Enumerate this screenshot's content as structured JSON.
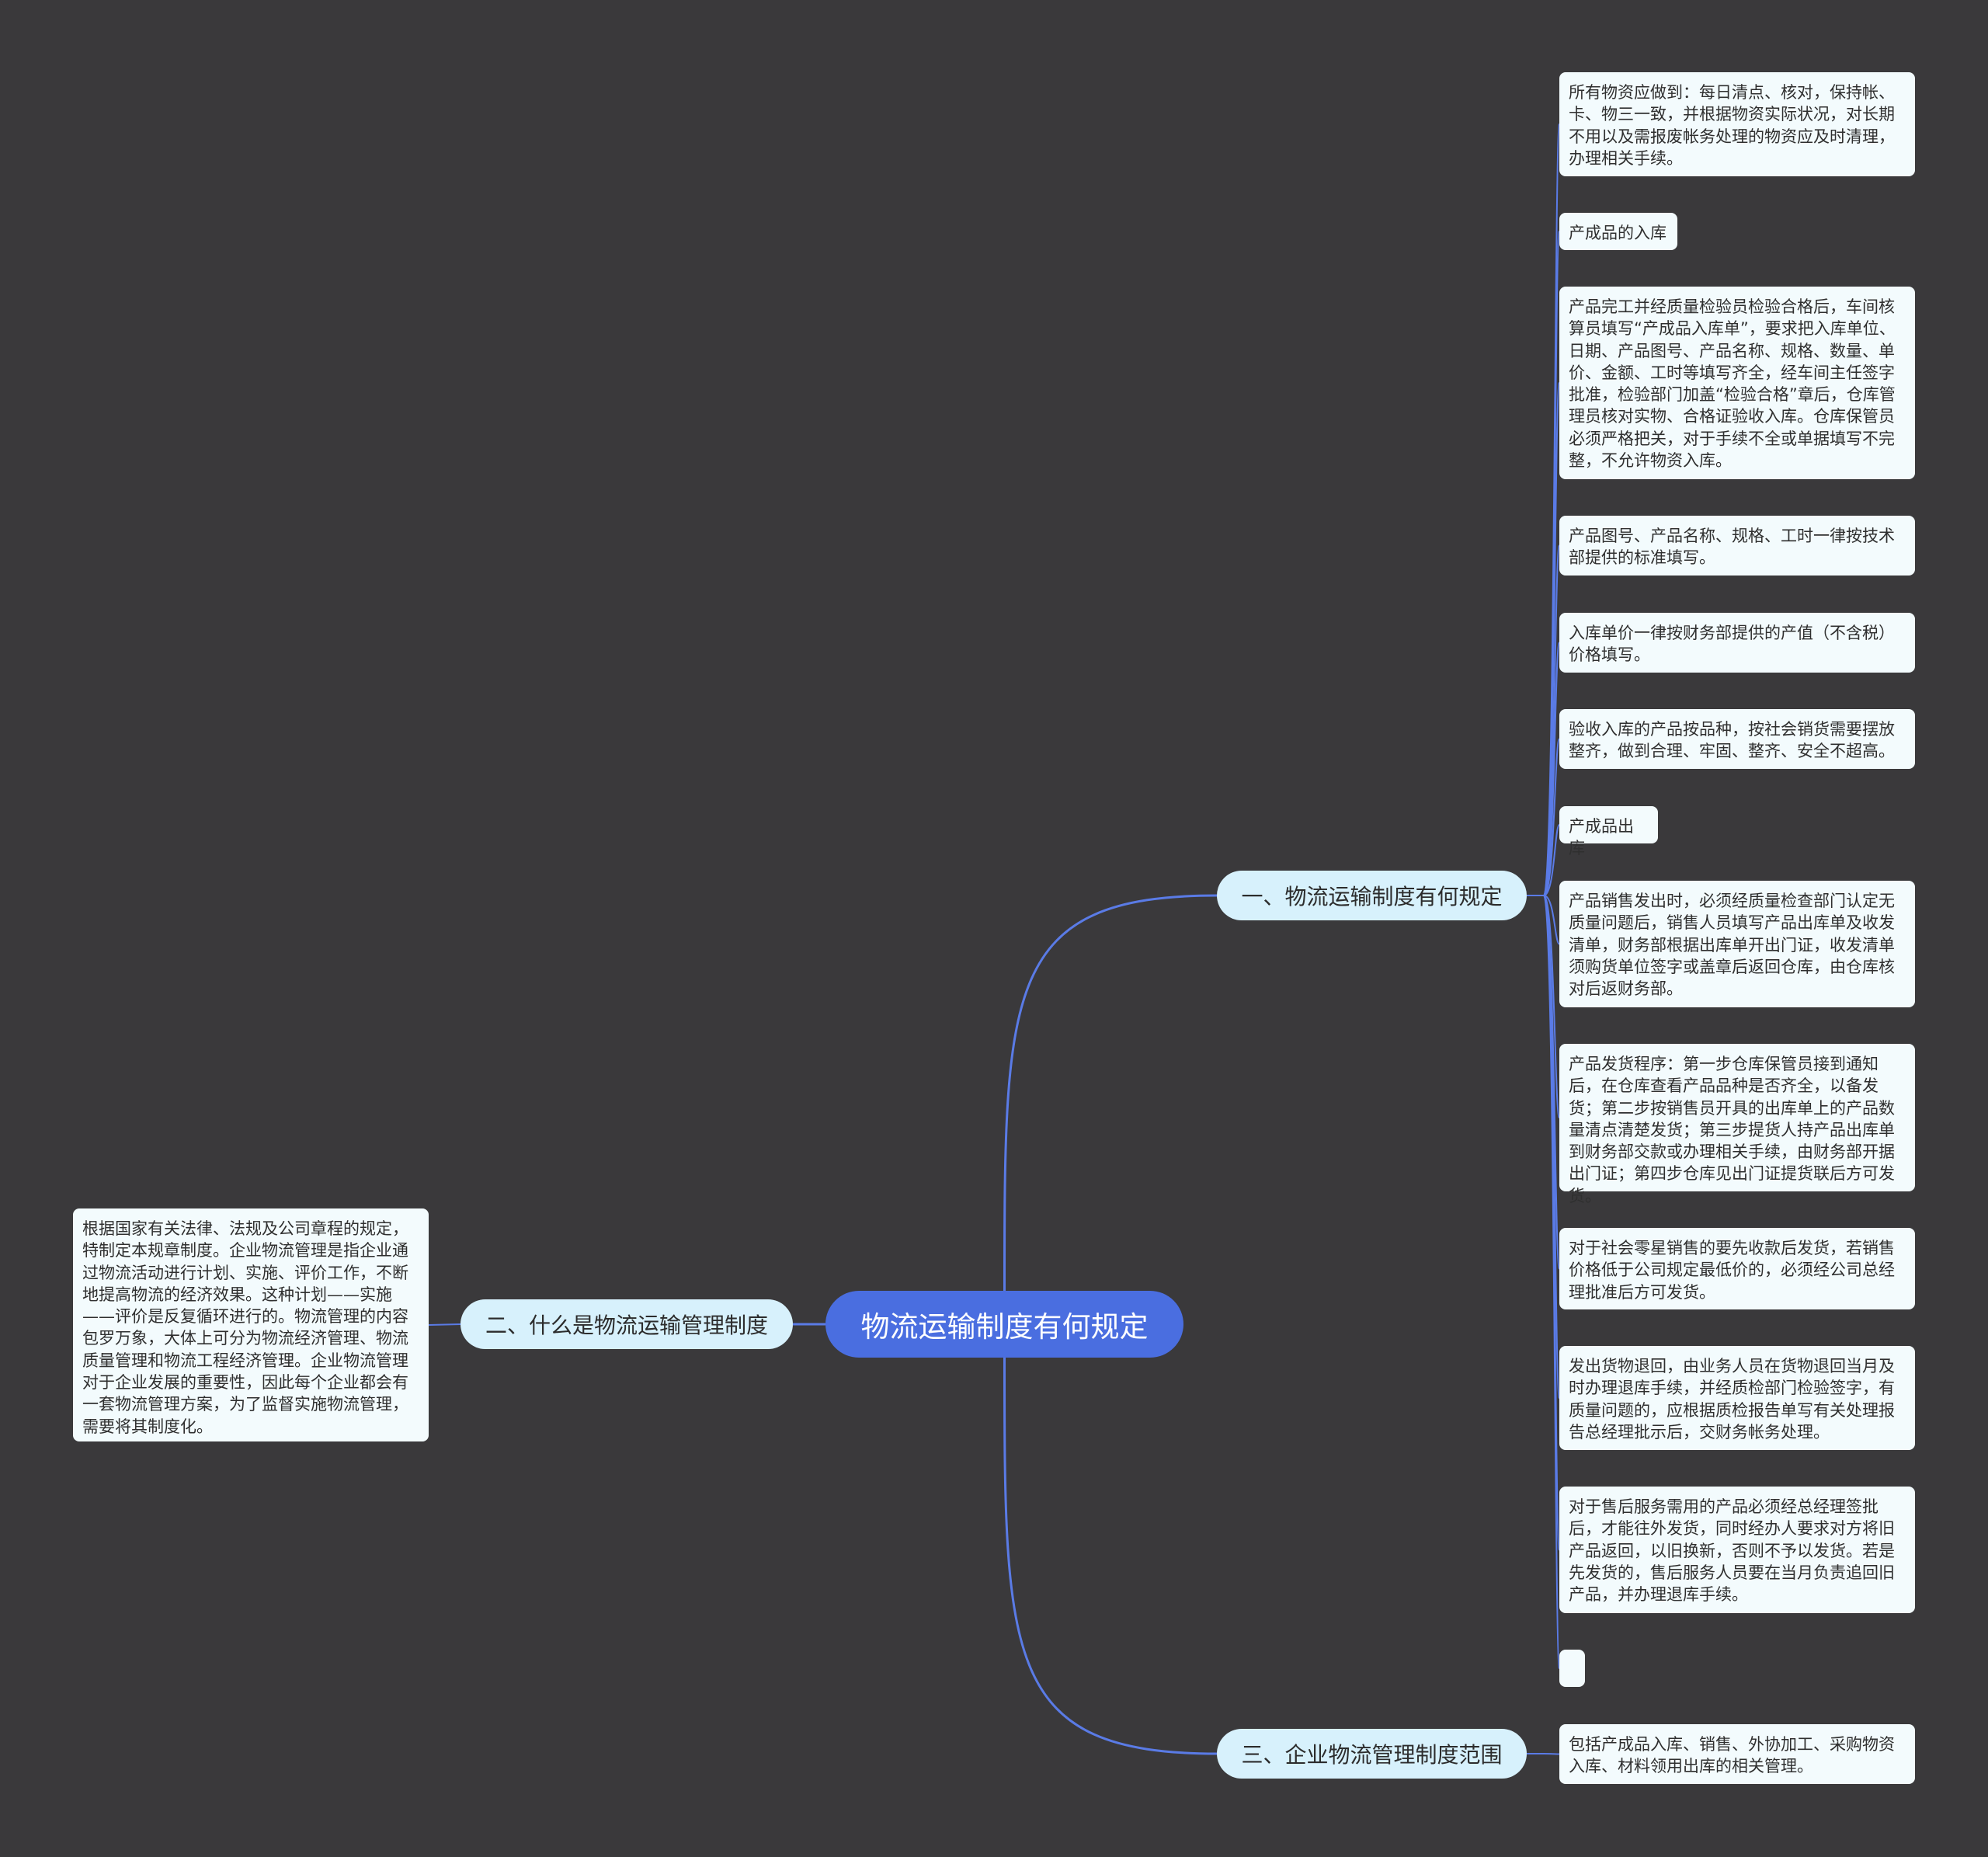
{
  "diagram": {
    "root": {
      "label": "物流运输制度有何规定"
    },
    "branches": [
      {
        "label": "一、物流运输制度有何规定",
        "items": [
          "所有物资应做到：每日清点、核对，保持帐、卡、物三一致，并根据物资实际状况，对长期不用以及需报废帐务处理的物资应及时清理，办理相关手续。",
          "产成品的入库",
          "产品完工并经质量检验员检验合格后，车间核算员填写“产成品入库单”，要求把入库单位、日期、产品图号、产品名称、规格、数量、单价、金额、工时等填写齐全，经车间主任签字批准，检验部门加盖“检验合格”章后，仓库管理员核对实物、合格证验收入库。仓库保管员必须严格把关，对于手续不全或单据填写不完整，不允许物资入库。",
          "产品图号、产品名称、规格、工时一律按技术部提供的标准填写。",
          "入库单价一律按财务部提供的产值（不含税）价格填写。",
          "验收入库的产品按品种，按社会销货需要摆放整齐，做到合理、牢固、整齐、安全不超高。",
          "产成品出库",
          "产品销售发出时，必须经质量检查部门认定无质量问题后，销售人员填写产品出库单及收发清单，财务部根据出库单开出门证，收发清单须购货单位签字或盖章后返回仓库，由仓库核对后返财务部。",
          "产品发货程序：第一步仓库保管员接到通知后，在仓库查看产品品种是否齐全，以备发货；第二步按销售员开具的出库单上的产品数量清点清楚发货；第三步提货人持产品出库单到财务部交款或办理相关手续，由财务部开据出门证；第四步仓库见出门证提货联后方可发货。",
          "对于社会零星销售的要先收款后发货，若销售价格低于公司规定最低价的，必须经公司总经理批准后方可发货。",
          "发出货物退回，由业务人员在货物退回当月及时办理退库手续，并经质检部门检验签字，有质量问题的，应根据质检报告单写有关处理报告总经理批示后，交财务帐务处理。",
          "对于售后服务需用的产品必须经总经理签批后，才能往外发货，同时经办人要求对方将旧产品返回，以旧换新，否则不予以发货。若是先发货的，售后服务人员要在当月负责追回旧产品，并办理退库手续。",
          ""
        ]
      },
      {
        "label": "二、什么是物流运输管理制度",
        "items": [
          "根据国家有关法律、法规及公司章程的规定，特制定本规章制度。企业物流管理是指企业通过物流活动进行计划、实施、评价工作，不断地提高物流的经济效果。这种计划——实施——评价是反复循环进行的。物流管理的内容包罗万象，大体上可分为物流经济管理、物流质量管理和物流工程经济管理。企业物流管理对于企业发展的重要性，因此每个企业都会有一套物流管理方案，为了监督实施物流管理，需要将其制度化。"
        ]
      },
      {
        "label": "三、企业物流管理制度范围",
        "items": [
          "包括产成品入库、销售、外协加工、采购物资入库、材料领用出库的相关管理。"
        ]
      }
    ],
    "colors": {
      "background": "#3a393b",
      "root": "#4a6ee0",
      "branch": "#d7f1fc",
      "leaf": "#f3fbfd",
      "connector": "#5a7be6"
    }
  }
}
